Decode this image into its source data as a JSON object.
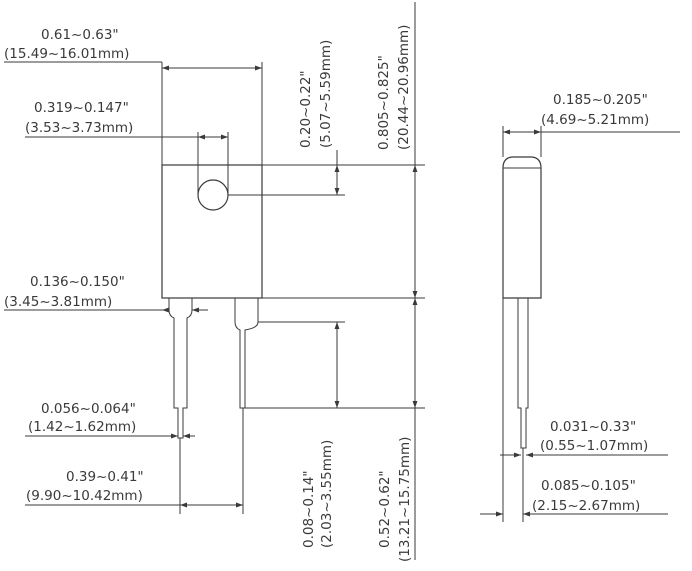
{
  "dimensions": {
    "body_width": {
      "inch": "0.61~0.63\"",
      "mm": "(15.49~16.01mm)"
    },
    "hole_dia": {
      "inch": "0.319~0.147\"",
      "mm": "(3.53~3.73mm)"
    },
    "hole_pos": {
      "inch": "0.20~0.22\"",
      "mm": "(5.07~5.59mm)"
    },
    "body_height": {
      "inch": "0.805~0.825\"",
      "mm": "(20.44~20.96mm)"
    },
    "lead_shoulder_width": {
      "inch": "0.136~0.150\"",
      "mm": "(3.45~3.81mm)"
    },
    "lead_width": {
      "inch": "0.056~0.064\"",
      "mm": "(1.42~1.62mm)"
    },
    "lead_pitch": {
      "inch": "0.39~0.41\"",
      "mm": "(9.90~10.42mm)"
    },
    "shoulder_length": {
      "inch": "0.08~0.14\"",
      "mm": "(2.03~3.55mm)"
    },
    "lead_length": {
      "inch": "0.52~0.62\"",
      "mm": "(13.21~15.75mm)"
    },
    "body_thickness": {
      "inch": "0.185~0.205\"",
      "mm": "(4.69~5.21mm)"
    },
    "lead_thickness": {
      "inch": "0.031~0.33\"",
      "mm": "(0.55~1.07mm)"
    },
    "lead_offset": {
      "inch": "0.085~0.105\"",
      "mm": "(2.15~2.67mm)"
    }
  }
}
